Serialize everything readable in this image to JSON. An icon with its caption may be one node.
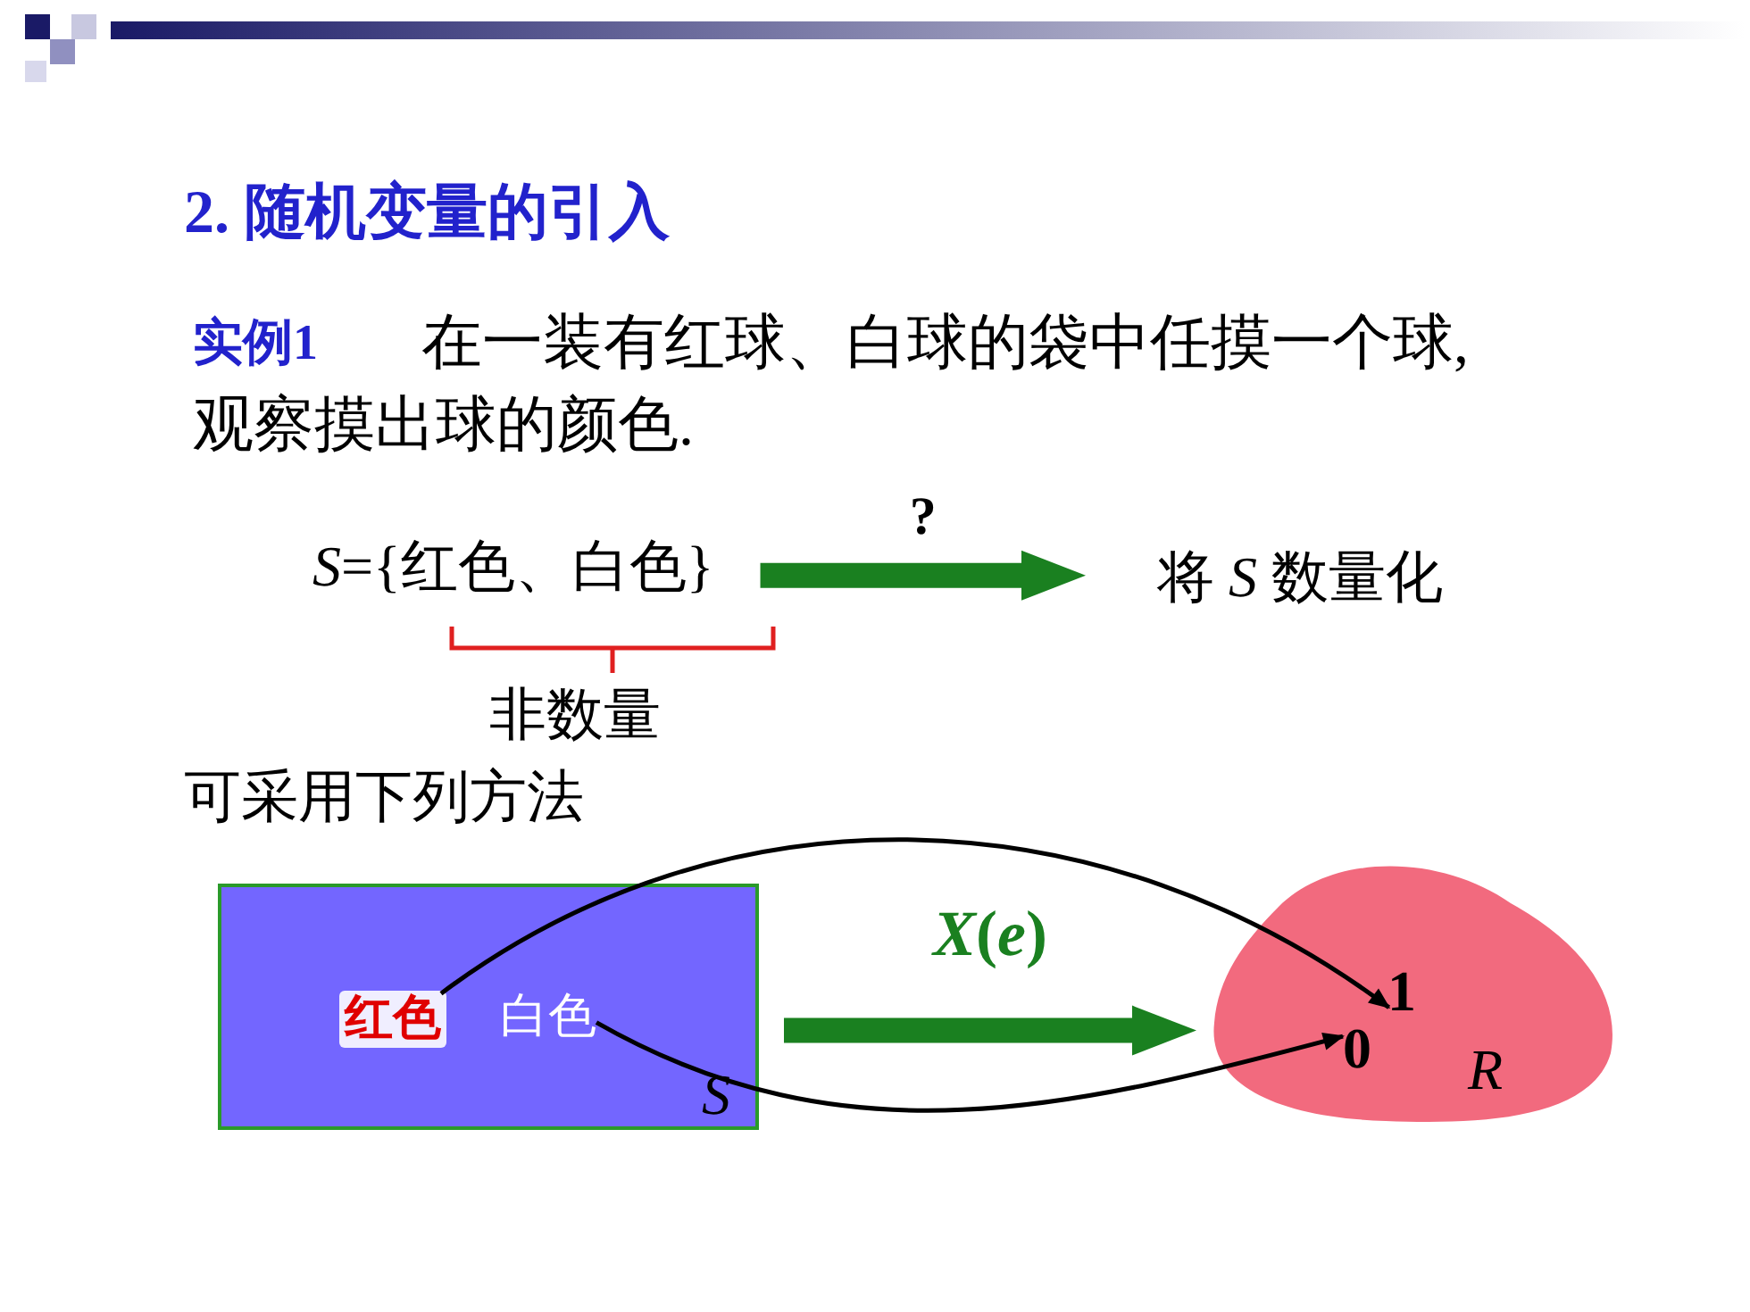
{
  "diagram": {
    "title": "2. 随机变量的引入",
    "nodes": [
      {
        "text": [
          "*S*={红色、白色}"
        ]
      },
      {
        "text": [
          "将 *S* 数量化"
        ]
      },
      {
        "text": [
          "*S*"
        ]
      },
      {
        "text": [
          "红色"
        ],
        "in": 2
      },
      {
        "text": [
          "白色"
        ],
        "in": 2
      },
      {
        "text": [
          "*R*"
        ]
      },
      {
        "text": [
          "1"
        ],
        "in": 5
      },
      {
        "text": [
          "0"
        ],
        "in": 5
      }
    ],
    "edges": [
      {
        "from": 0,
        "to": 1,
        "arrow": "to",
        "label": "?",
        "style": "thick",
        "color": "#1a8020"
      },
      {
        "from": 2,
        "to": 5,
        "arrow": "to",
        "label": "*X*(*e*)",
        "style": "thick",
        "color": "#1a8020"
      },
      {
        "from": 3,
        "to": 6,
        "arrow": "to",
        "color": "#000000"
      },
      {
        "from": 4,
        "to": 7,
        "arrow": "to",
        "color": "#000000"
      }
    ],
    "labels": [
      "实例1",
      "在一装有红球、白球的袋中任摸一个球,观察摸出球的颜色.",
      "非数量",
      "可采用下列方法"
    ]
  }
}
